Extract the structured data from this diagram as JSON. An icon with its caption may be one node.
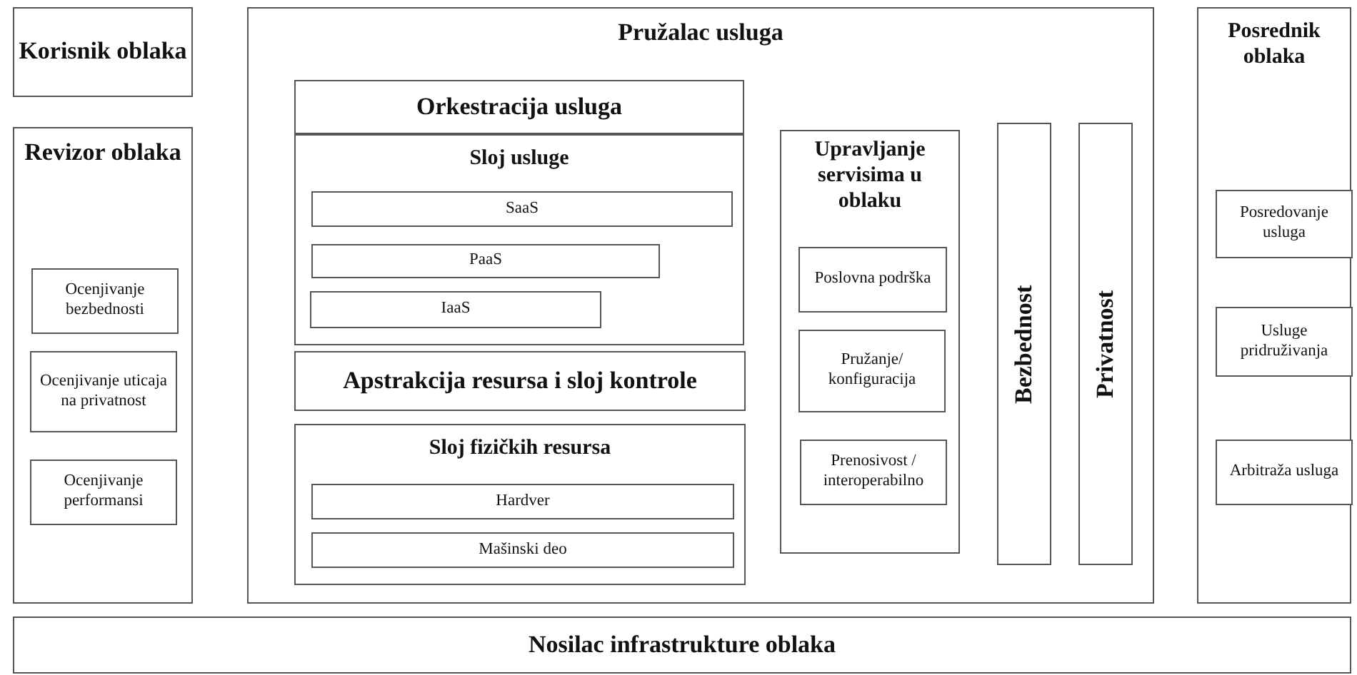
{
  "diagram": {
    "nodes": [
      {
        "text": [
          "Korisnik oblaka"
        ]
      },
      {
        "text": [
          "Revizor oblaka"
        ]
      },
      {
        "text": [
          "Ocenjivanje bezbednosti"
        ],
        "in": 1
      },
      {
        "text": [
          "Ocenjivanje uticaja na privatnost"
        ],
        "in": 1
      },
      {
        "text": [
          "Ocenjivanje performansi"
        ],
        "in": 1
      },
      {
        "text": [
          "Pružalac usluga"
        ]
      },
      {
        "text": [
          "Orkestracija usluga"
        ],
        "in": 5
      },
      {
        "text": [
          "Sloj usluge"
        ],
        "in": 5
      },
      {
        "text": [
          "SaaS"
        ],
        "in": 7
      },
      {
        "text": [
          "PaaS"
        ],
        "in": 7
      },
      {
        "text": [
          "IaaS"
        ],
        "in": 7
      },
      {
        "text": [
          "Apstrakcija resursa i sloj kontrole"
        ],
        "in": 5
      },
      {
        "text": [
          "Sloj fizičkih resursa"
        ],
        "in": 5
      },
      {
        "text": [
          "Hardver"
        ],
        "in": 12
      },
      {
        "text": [
          "Mašinski deo"
        ],
        "in": 12
      },
      {
        "text": [
          "Upravljanje servisima u oblaku"
        ],
        "in": 5
      },
      {
        "text": [
          "Poslovna podrška"
        ],
        "in": 15
      },
      {
        "text": [
          "Pružanje/ konfiguracija"
        ],
        "in": 15
      },
      {
        "text": [
          "Prenosivost / interoperabilno"
        ],
        "in": 15
      },
      {
        "text": [
          "Bezbednost"
        ],
        "in": 5
      },
      {
        "text": [
          "Privatnost"
        ],
        "in": 5
      },
      {
        "text": [
          "Posrednik oblaka"
        ]
      },
      {
        "text": [
          "Posredovanje usluga"
        ],
        "in": 21
      },
      {
        "text": [
          "Usluge pridruživanja"
        ],
        "in": 21
      },
      {
        "text": [
          "Arbitraža usluga"
        ],
        "in": 21
      },
      {
        "text": [
          "Nosilac infrastrukture oblaka"
        ]
      }
    ]
  }
}
